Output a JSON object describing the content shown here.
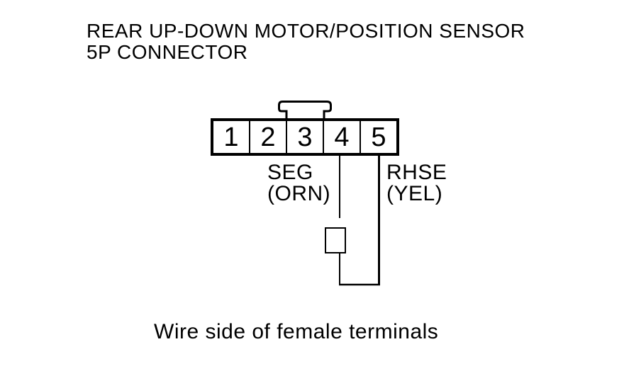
{
  "title": {
    "line1": "REAR UP-DOWN MOTOR/POSITION SENSOR",
    "line2": "5P CONNECTOR"
  },
  "connector": {
    "pins": [
      "1",
      "2",
      "3",
      "4",
      "5"
    ],
    "wire_labels": [
      {
        "signal": "SEG",
        "color": "(ORN)"
      },
      {
        "signal": "RHSE",
        "color": "(YEL)"
      }
    ]
  },
  "caption": "Wire side of female terminals",
  "colors": {
    "line": "#000000",
    "background": "#ffffff"
  }
}
